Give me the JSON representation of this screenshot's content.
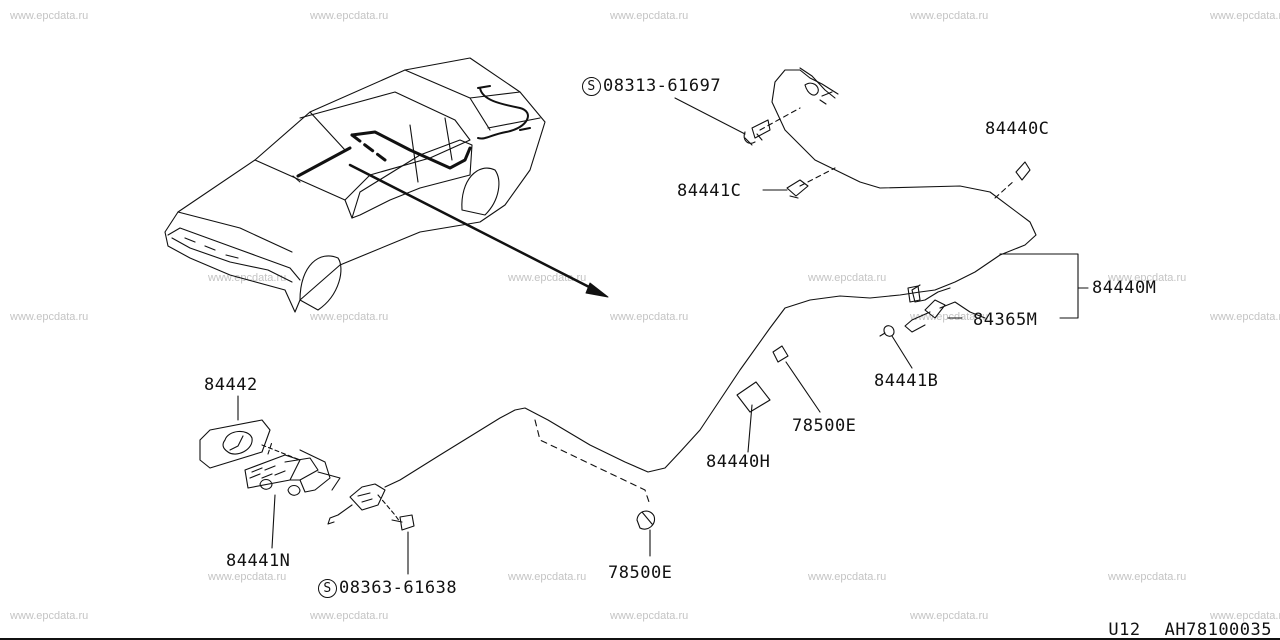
{
  "watermark": "www.epcdata.ru",
  "parts": {
    "p1": "08313-61697",
    "p2": "84440C",
    "p3": "84441C",
    "p4": "84440M",
    "p5": "84365M",
    "p6": "84441B",
    "p7": "78500E",
    "p8": "84440H",
    "p9": "84442",
    "p10": "84441N",
    "p11": "08363-61638",
    "p12": "78500E"
  },
  "symbol_s": "S",
  "footer": {
    "model": "U12",
    "code": "AH78100035"
  }
}
